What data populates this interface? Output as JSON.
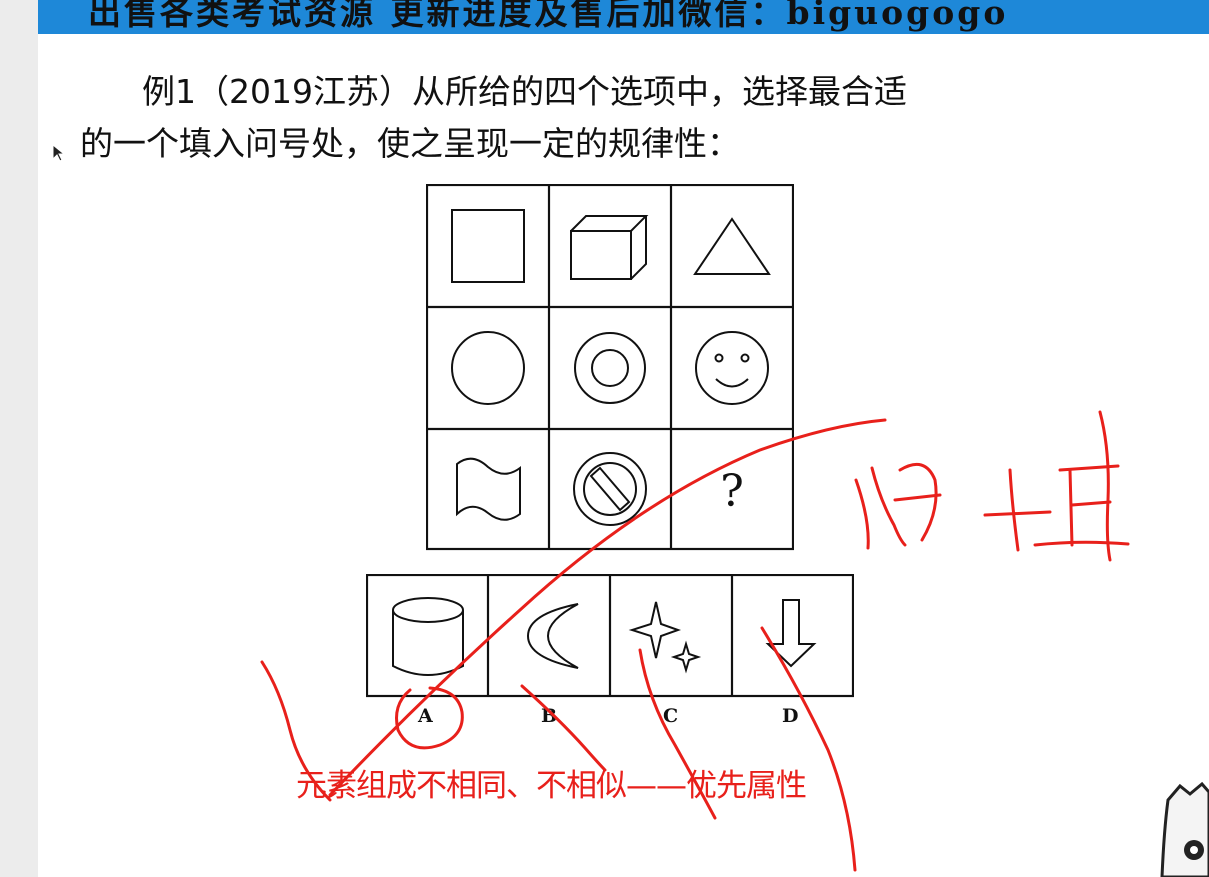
{
  "banner": {
    "text": "出售各类考试资源 更新进度及售后加微信：biguogogo"
  },
  "question": {
    "line1": "例1（2019江苏）从所给的四个选项中，选择最合适",
    "line2": "的一个填入问号处，使之呈现一定的规律性："
  },
  "puzzle": {
    "grid": [
      [
        "square",
        "cube",
        "triangle"
      ],
      [
        "circle",
        "double-circle",
        "smiley"
      ],
      [
        "flag",
        "no-sign",
        "question"
      ]
    ],
    "question_mark": "?"
  },
  "options": [
    {
      "label": "A",
      "figure": "cylinder"
    },
    {
      "label": "B",
      "figure": "crescent"
    },
    {
      "label": "C",
      "figure": "stars"
    },
    {
      "label": "D",
      "figure": "down-arrow"
    }
  ],
  "annotation": {
    "note": "元素组成不相同、不相似——优先属性",
    "ink_color": "#e8201b"
  }
}
